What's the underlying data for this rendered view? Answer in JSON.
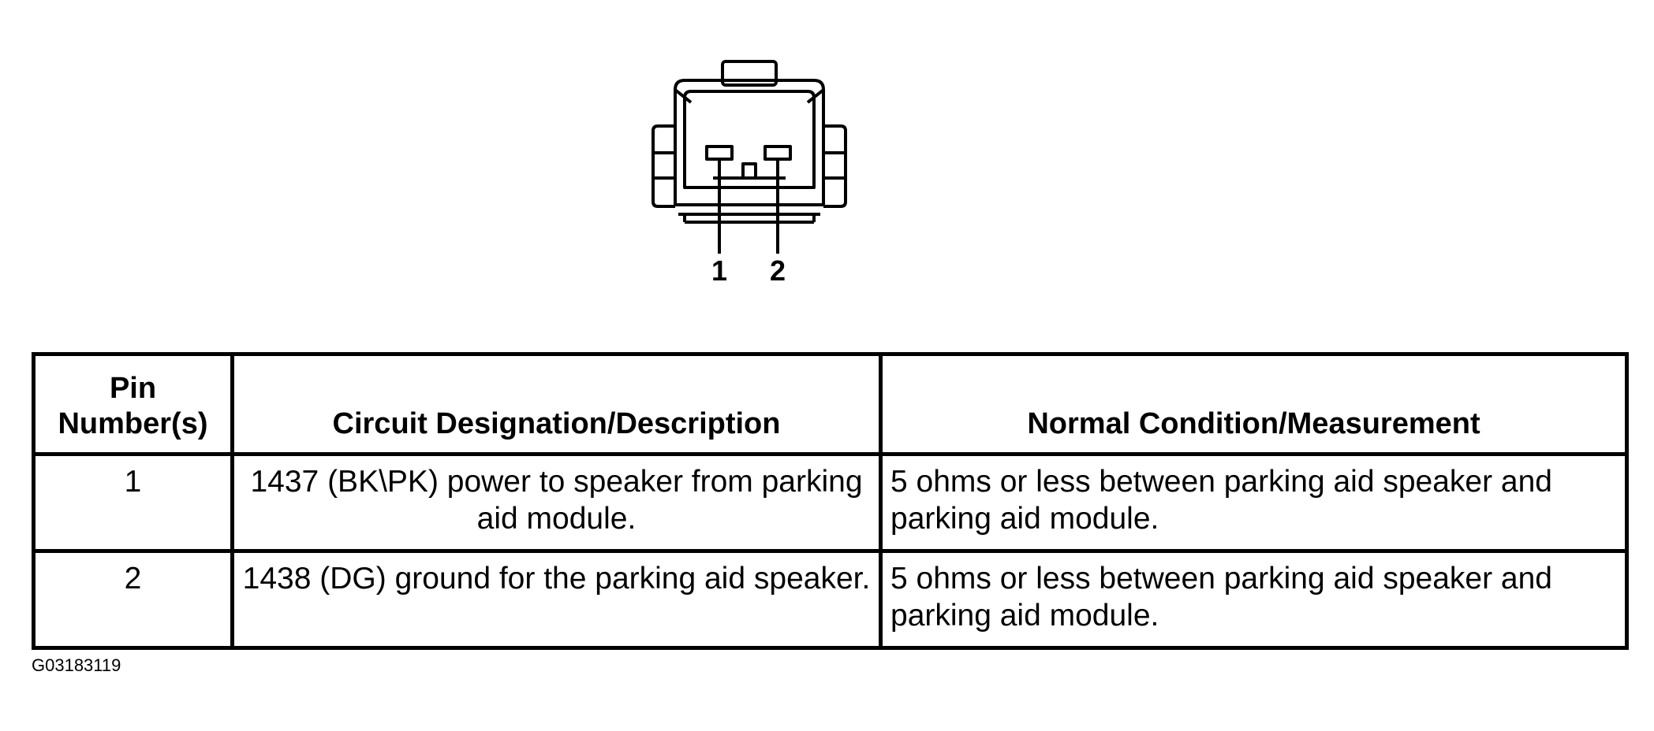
{
  "connector": {
    "pin_labels": [
      "1",
      "2"
    ]
  },
  "table": {
    "headers": {
      "pin_line1": "Pin",
      "pin_line2": "Number(s)",
      "circuit": "Circuit Designation/Description",
      "condition": "Normal Condition/Measurement"
    },
    "rows": [
      {
        "pin": "1",
        "circuit": "1437 (BK\\PK) power to speaker from parking aid module.",
        "condition": "5 ohms or less between parking aid speaker and parking aid module."
      },
      {
        "pin": "2",
        "circuit": "1438 (DG) ground for the parking aid speaker.",
        "condition": "5 ohms or less between parking aid speaker and parking aid module."
      }
    ]
  },
  "figure_id": "G03183119"
}
